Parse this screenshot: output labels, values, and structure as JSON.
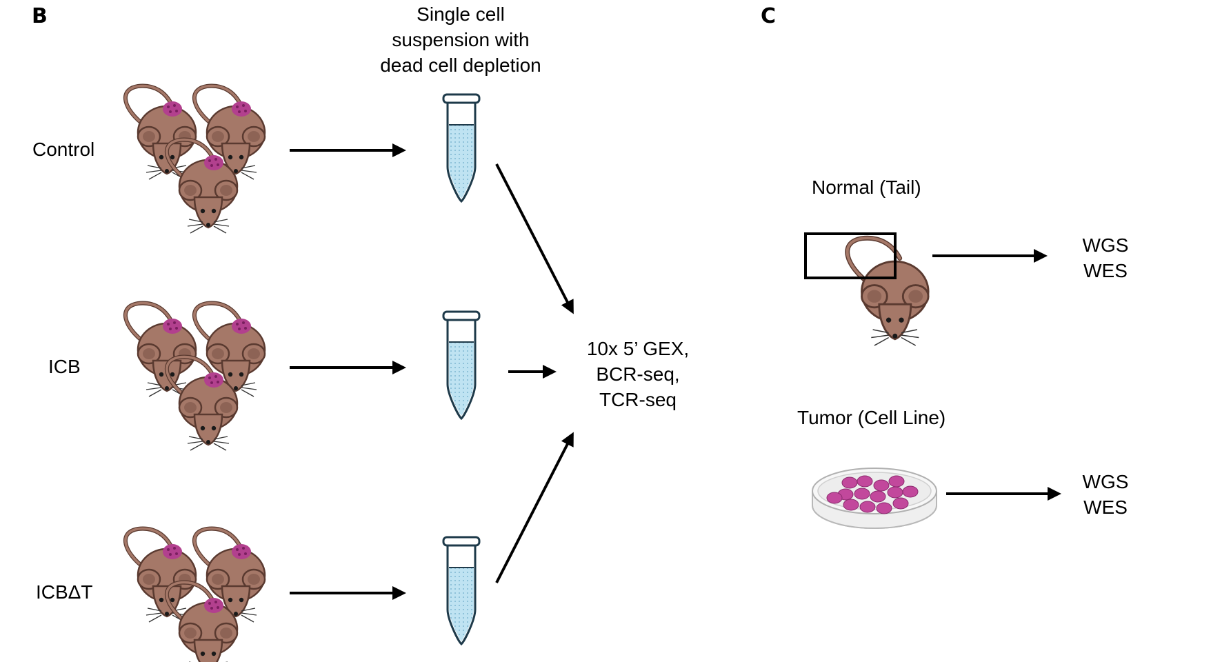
{
  "panels": {
    "b": "B",
    "c": "C"
  },
  "header": "Single cell\nsuspension with\ndead cell depletion",
  "groups": [
    {
      "label": "Control"
    },
    {
      "label": "ICB"
    },
    {
      "label": "ICBΔT"
    }
  ],
  "assay": "10x 5’ GEX,\nBCR-seq,\nTCR-seq",
  "panel_c": {
    "normal_label": "Normal (Tail)",
    "normal_output": "WGS\nWES",
    "tumor_label": "Tumor (Cell Line)",
    "tumor_output": "WGS\nWES"
  },
  "colors": {
    "mouse_body": "#A57868",
    "mouse_outline": "#5A3A30",
    "tumor": "#B2408E",
    "tube_fill": "#BFE3F2",
    "tube_outline": "#1E3A4A",
    "cells": "#C2489C",
    "arrow": "#000000"
  }
}
